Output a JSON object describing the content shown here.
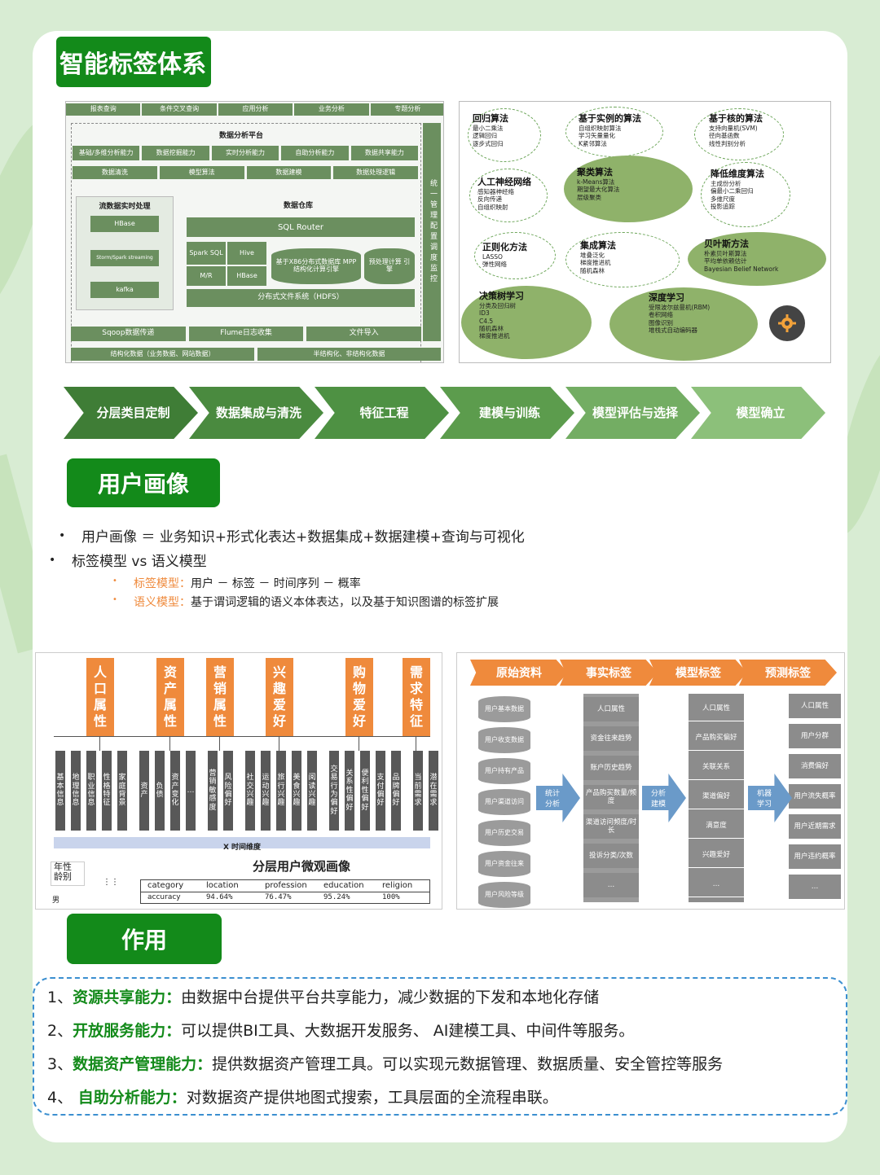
{
  "headers": {
    "tags": "智能标签体系",
    "portrait": "用户画像",
    "effect": "作用"
  },
  "platform": {
    "top_tabs": [
      "报表查询",
      "条件交叉查询",
      "应用分析",
      "业务分析",
      "专题分析"
    ],
    "title": "数据分析平台",
    "abilities": [
      "基础/多维分析能力",
      "数据挖掘能力",
      "实时分析能力",
      "自助分析能力",
      "数据共享能力"
    ],
    "row2": [
      "数据清洗",
      "模型算法",
      "数据建模",
      "数据处理逻辑"
    ],
    "stream": "流数据实时处理",
    "hbase": "HBase",
    "storm": "Storm/Spark streaming",
    "kafka": "kafka",
    "warehouse": "数据仓库",
    "sql_router": "SQL Router",
    "spark_sql": "Spark SQL",
    "mr": "M/R",
    "hive": "Hive",
    "hbase2": "HBase",
    "mpp": "基于X86分布式数据库 MPP结构化计算引擎",
    "precompute": "预处理计算 引擎",
    "hdfs": "分布式文件系统（HDFS）",
    "side": "统一管理配置调度监控",
    "sources": [
      "Sqoop数据传递",
      "Flume日志收集",
      "文件导入"
    ],
    "bottom": [
      "结构化数据（业务数据、网站数据）",
      "半结构化、非结构化数据"
    ]
  },
  "algorithms": [
    {
      "t": "回归算法",
      "d": [
        "最小二乘法",
        "逻辑回归",
        "逐步式回归"
      ]
    },
    {
      "t": "基于实例的算法",
      "d": [
        "自组织映射算法",
        "学习矢量量化",
        "K紧邻算法"
      ]
    },
    {
      "t": "基于核的算法",
      "d": [
        "支持向量机(SVM)",
        "径向基函数",
        "线性判别分析"
      ]
    },
    {
      "t": "人工神经网络",
      "d": [
        "感知器神经络",
        "反向传递",
        "自组织映射"
      ]
    },
    {
      "t": "聚类算法",
      "d": [
        "k-Means算法",
        "期望最大化算法",
        "层级聚类"
      ]
    },
    {
      "t": "降低维度算法",
      "d": [
        "主成份分析",
        "偏最小二乘回归",
        "多维尺度",
        "投影追踪"
      ]
    },
    {
      "t": "正则化方法",
      "d": [
        "LASSO",
        "弹性网络"
      ]
    },
    {
      "t": "集成算法",
      "d": [
        "堆叠泛化",
        "梯度推进机",
        "随机森林"
      ]
    },
    {
      "t": "贝叶斯方法",
      "d": [
        "朴素贝叶斯算法",
        "平均单依赖估计",
        "Bayesian Belief Network"
      ]
    },
    {
      "t": "决策树学习",
      "d": [
        "分类及回归树",
        "ID3",
        "C4.5",
        "随机森林",
        "梯度推进机"
      ]
    },
    {
      "t": "深度学习",
      "d": [
        "受限波尔兹曼机(RBM)",
        "卷积网络",
        "图像识别",
        "堆栈式自动编码器"
      ]
    }
  ],
  "process": [
    "分层类目定制",
    "数据集成与清洗",
    "特征工程",
    "建模与训练",
    "模型评估与选择",
    "模型确立"
  ],
  "bullets": {
    "b1": "用户画像 ＝ 业务知识+形式化表达+数据集成+数据建模+查询与可视化",
    "b2": "标签模型 vs 语义模型",
    "s1_key": "标签模型",
    "s1_sep": "：",
    "s1_val": "用户 － 标签 － 时间序列 － 概率",
    "s2_key": "语义模型",
    "s2_sep": "：",
    "s2_val": "基于谓词逻辑的语义本体表达，以及基于知识图谱的标签扩展"
  },
  "micro": {
    "tabs": [
      "人口属性",
      "资产属性",
      "营销属性",
      "兴趣爱好",
      "购物爱好",
      "需求特征"
    ],
    "cols": [
      "基本信息",
      "地理信息",
      "职业信息",
      "性格特征",
      "家庭背景",
      "资产",
      "负债",
      "资产变化",
      "…",
      "营销敏感度",
      "风险偏好",
      "社交兴趣",
      "运动兴趣",
      "旅行兴趣",
      "美食兴趣",
      "阅读兴趣",
      "交易行为偏好",
      "关系性偏好",
      "便利性偏好",
      "支付偏好",
      "品牌偏好",
      "当前需求",
      "潜在需求"
    ],
    "axis": "X 时间维度",
    "title": "分层用户微观画像",
    "legend1": "年性",
    "legend2": "龄别",
    "legend3": "男",
    "dots": "⋮⋮",
    "table_head": [
      "category",
      "location",
      "profession",
      "education",
      "religion"
    ],
    "table_row": [
      "accuracy",
      "94.64%",
      "76.47%",
      "95.24%",
      "100%"
    ]
  },
  "flow": {
    "heads": [
      "原始资料",
      "事实标签",
      "模型标签",
      "预测标签"
    ],
    "raw": [
      "用户基本数据",
      "用户收支数据",
      "用户持有产品",
      "用户渠道访问",
      "用户历史交易",
      "用户资金往来",
      "用户风险等级"
    ],
    "fact": [
      "人口属性",
      "资金往来趋势",
      "账户历史趋势",
      "产品购买数量/频度",
      "渠道访问频度/时长",
      "投诉分类/次数",
      "…"
    ],
    "model": [
      "人口属性",
      "产品购买偏好",
      "关联关系",
      "渠道偏好",
      "满意度",
      "兴趣爱好",
      "…"
    ],
    "pred": [
      "人口属性",
      "用户分群",
      "消费偏好",
      "用户流失概率",
      "用户近期需求",
      "用户违约概率",
      "…"
    ],
    "arrows": [
      "统计分析",
      "分析建模",
      "机器学习"
    ]
  },
  "functions": [
    {
      "n": "1、",
      "k": "资源共享能力：",
      "v": "由数据中台提供平台共享能力，减少数据的下发和本地化存储"
    },
    {
      "n": "2、",
      "k": "开放服务能力：",
      "v": "可以提供BI工具、大数据开发服务、 AI建模工具、中间件等服务。"
    },
    {
      "n": "3、",
      "k": "数据资产管理能力：",
      "v": "提供数据资产管理工具。可以实现元数据管理、数据质量、安全管控等服务"
    },
    {
      "n": "4、",
      "k": " 自助分析能力：",
      "v": "对数据资产提供地图式搜索，工具层面的全流程串联。"
    }
  ]
}
